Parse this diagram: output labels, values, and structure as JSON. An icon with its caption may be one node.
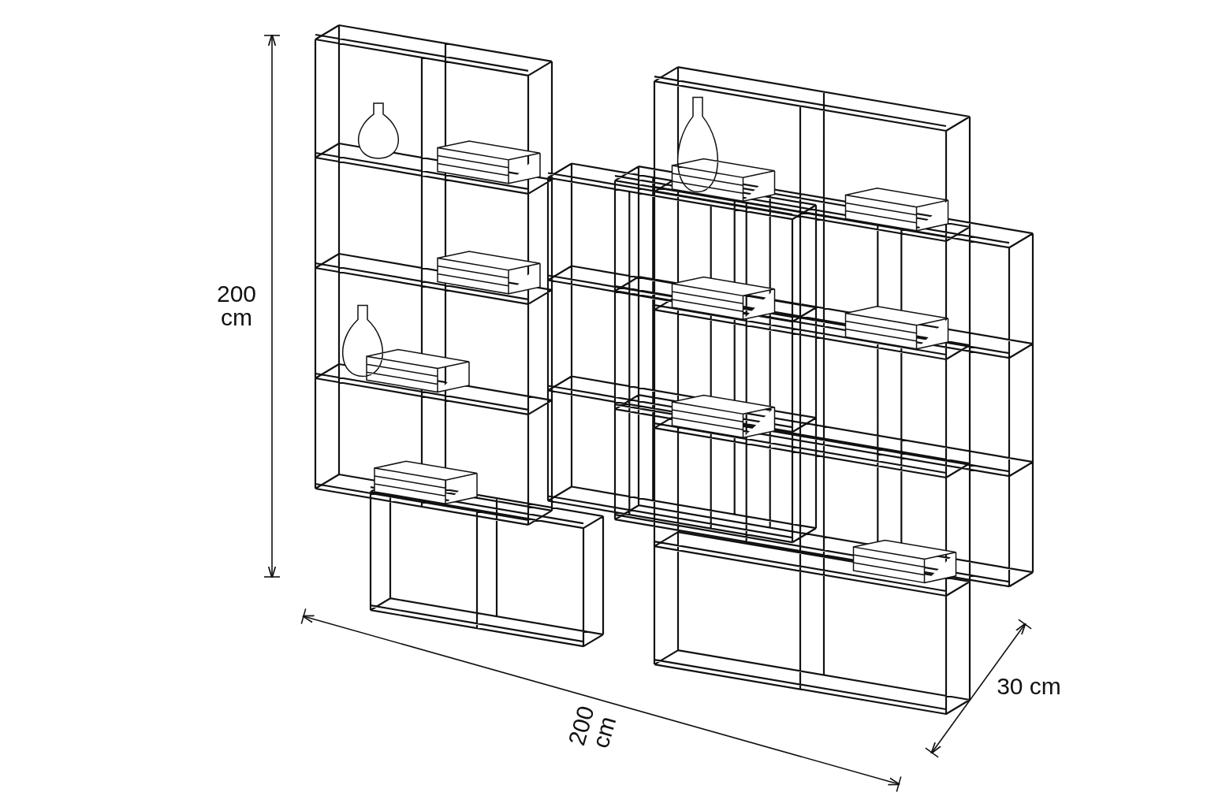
{
  "diagram": {
    "labels": [
      "200 cm",
      "30 cm",
      "200 cm"
    ]
  }
}
